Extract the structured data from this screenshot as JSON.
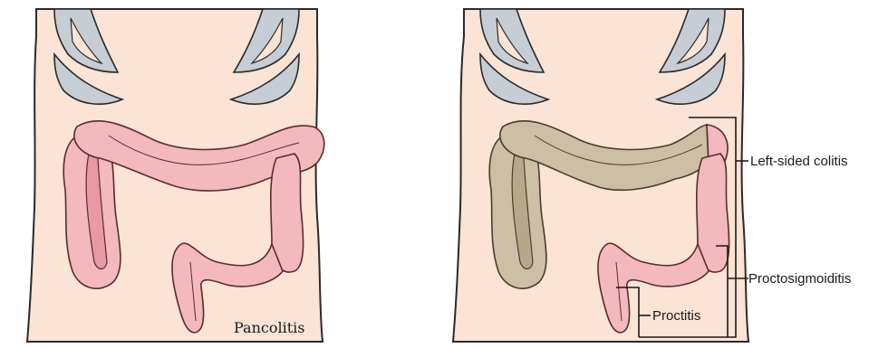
{
  "diagram": {
    "panels": [
      {
        "id": "left",
        "label": "Pancolitis"
      },
      {
        "id": "right",
        "callouts": [
          {
            "id": "left-sided",
            "label": "Left-sided colitis"
          },
          {
            "id": "proctosigmoid",
            "label": "Proctosigmoiditis"
          },
          {
            "id": "proctitis",
            "label": "Proctitis"
          }
        ]
      }
    ],
    "colors": {
      "skin": "#fbe3d6",
      "rib": "#c6cdd4",
      "inflamed_colon": "#f3b9bd",
      "normal_colon": "#cdbfa6",
      "outline": "#2a2a2a"
    }
  }
}
